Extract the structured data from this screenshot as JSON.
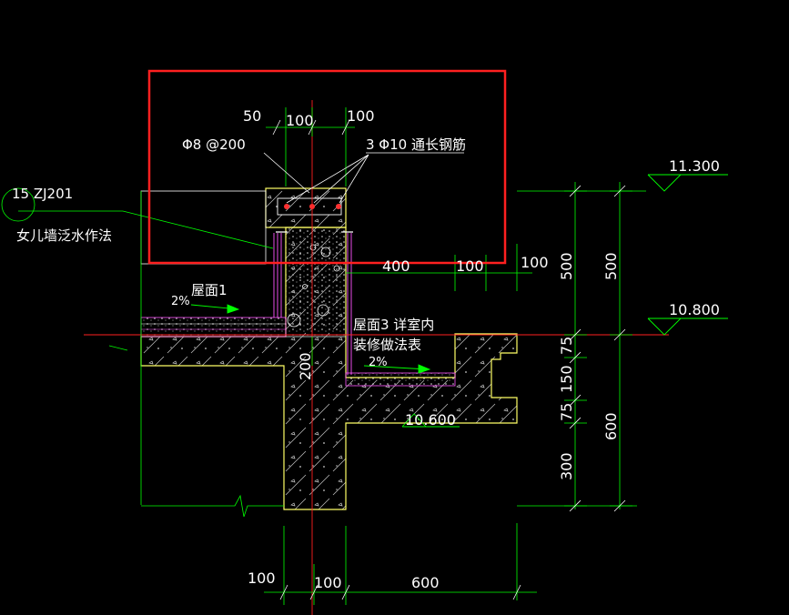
{
  "colors": {
    "background": "#000000",
    "dimension": "#00ff00",
    "concrete": "#ffff66",
    "hatch": "#dddddd",
    "rebar": "#ff3030",
    "waterproof": "#ff55ff",
    "highlight": "#ff2020",
    "text": "#ffffff",
    "centerline": "#ff2020"
  },
  "labels": {
    "dim_50": "50",
    "dim_100_top_a": "100",
    "dim_100_top_b": "100",
    "stirrup": "Φ8 @200",
    "main_rebar": "3 Φ10 通长钢筋",
    "atlas_ref": "15 ZJ201",
    "parapet_note": "女儿墙泛水作法",
    "roof1": "屋面1",
    "slope_left": "2%",
    "roof3_line1": "屋面3 详室内",
    "roof3_line2": "装修做法表",
    "slope_right": "2%",
    "dim_400": "400",
    "dim_100_mid_a": "100",
    "dim_100_mid_b": "100",
    "dim_200": "200",
    "elev_11300": "11.300",
    "elev_10800": "10.800",
    "elev_10600": "10.600",
    "dim_500_a": "500",
    "dim_500_b": "500",
    "dim_75_a": "75",
    "dim_150": "150",
    "dim_75_b": "75",
    "dim_300": "300",
    "dim_600_v": "600",
    "dim_100_bot_a": "100",
    "dim_100_bot_b": "100",
    "dim_600_h": "600"
  }
}
